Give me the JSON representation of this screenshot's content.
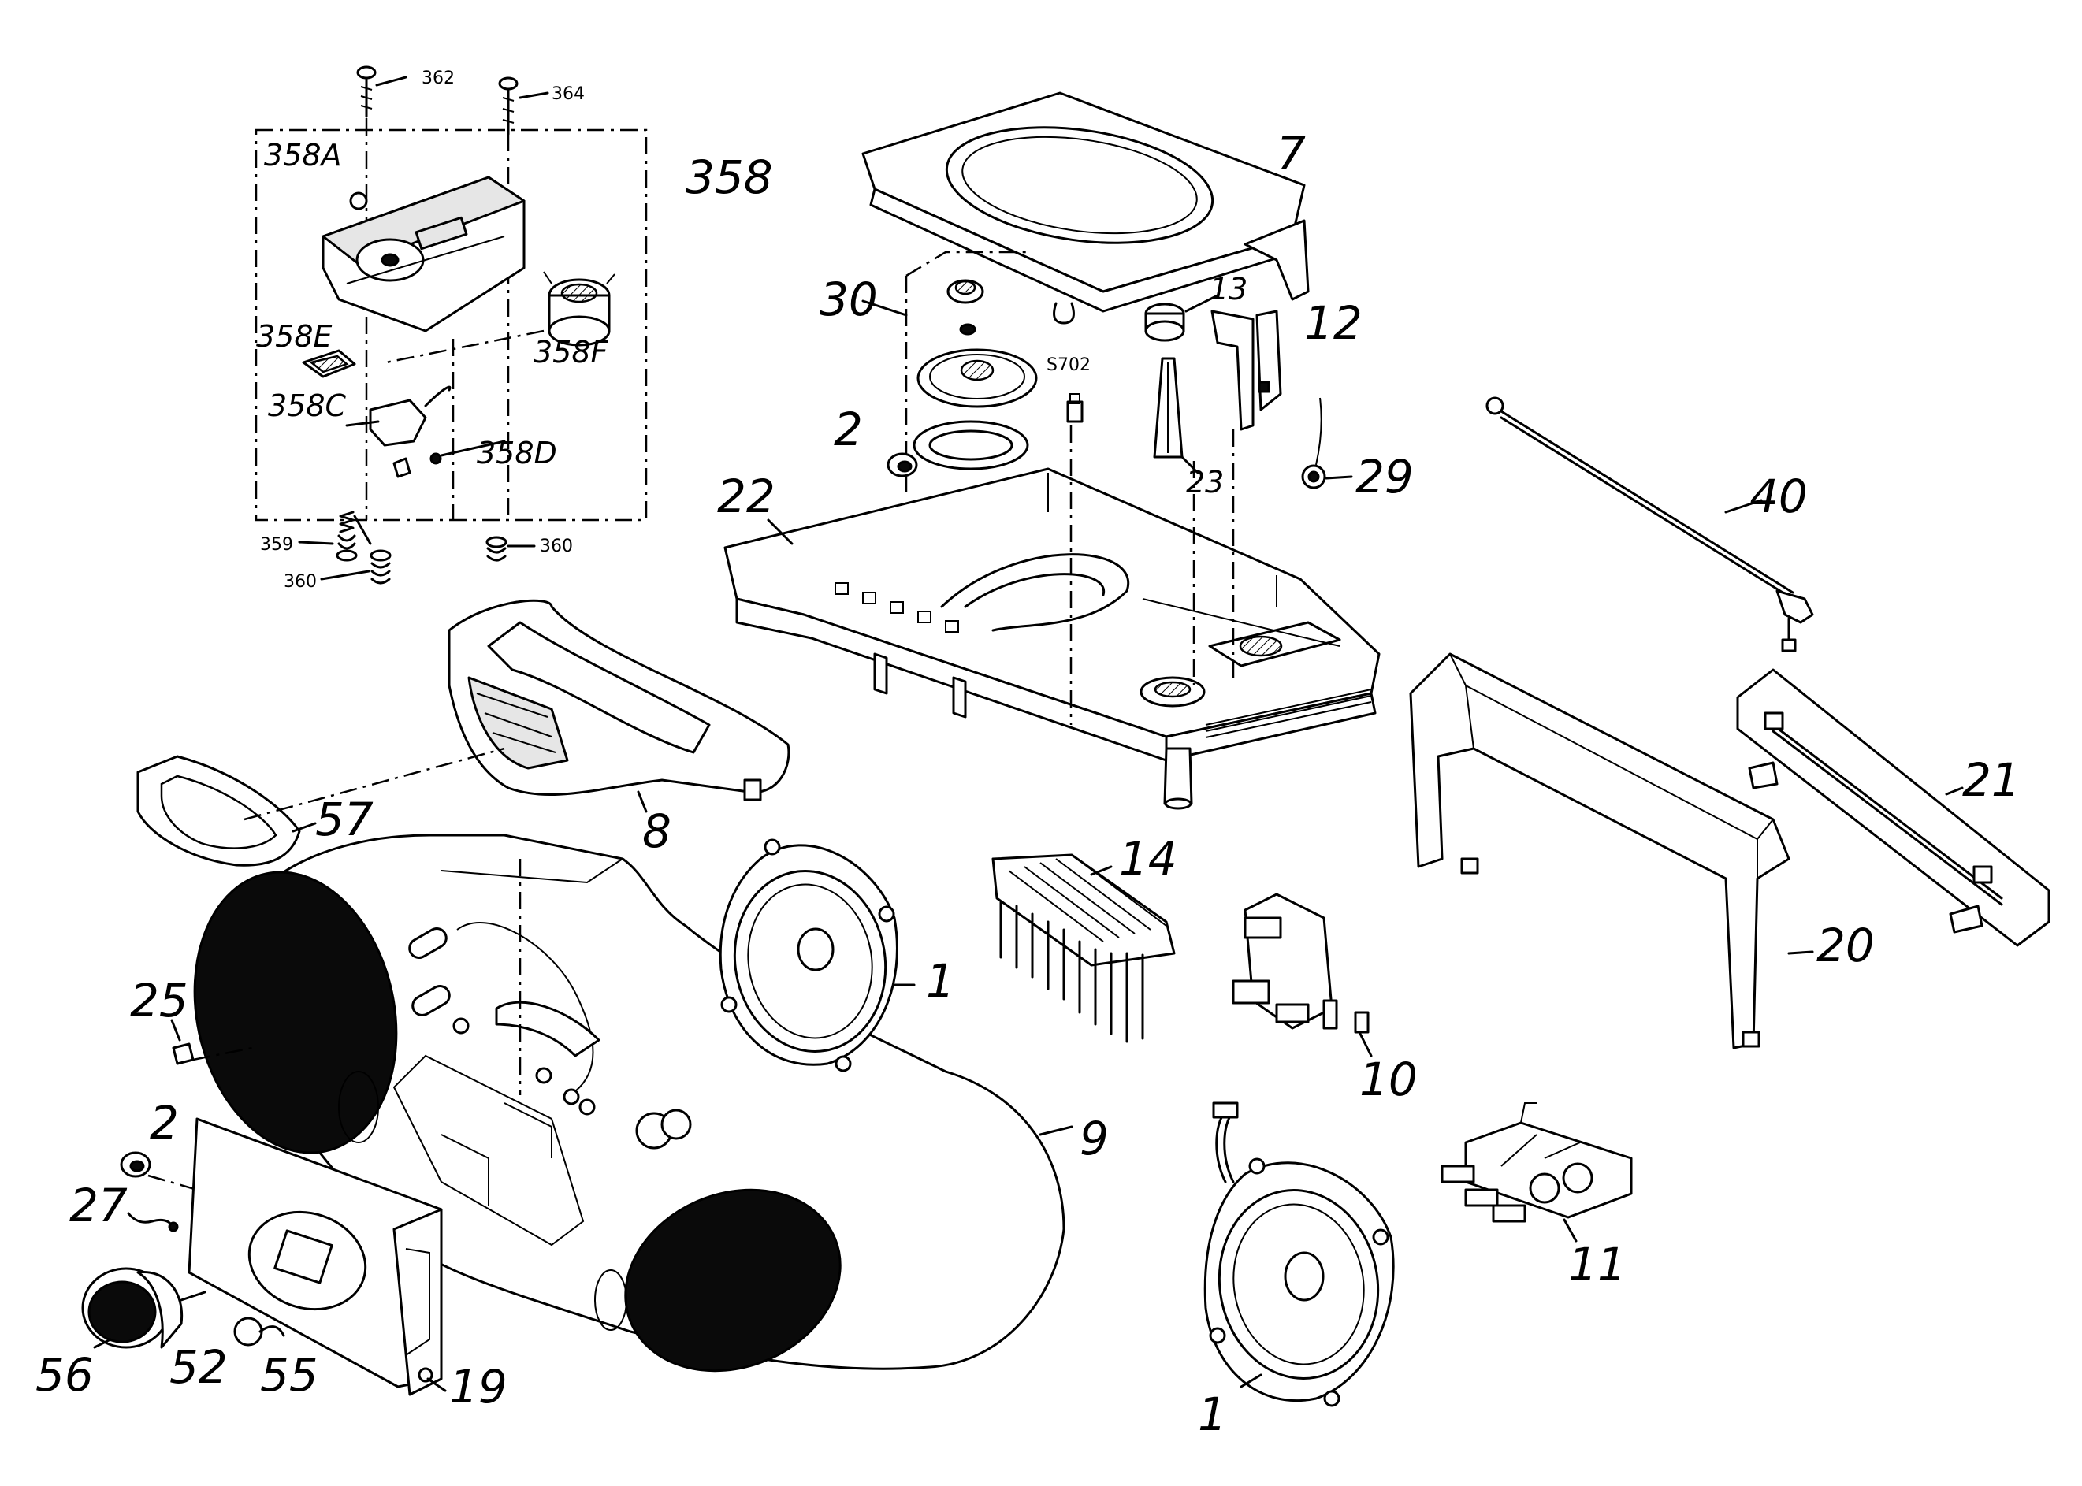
{
  "callouts": {
    "c362": "362",
    "c364": "364",
    "c358": "358",
    "c358A": "358A",
    "c358E": "358E",
    "c358F": "358F",
    "c358C": "358C",
    "c358D": "358D",
    "c359": "359",
    "c360a": "360",
    "c360b": "360",
    "c7": "7",
    "c30": "30",
    "c13": "13",
    "c12": "12",
    "cS702": "S702",
    "c2a": "2",
    "c22": "22",
    "c23": "23",
    "c29": "29",
    "c40": "40",
    "c57": "57",
    "c8": "8",
    "c14": "14",
    "c1a": "1",
    "c1b": "1",
    "c10": "10",
    "c20": "20",
    "c21": "21",
    "c25": "25",
    "c2b": "2",
    "c27": "27",
    "c9": "9",
    "c11": "11",
    "c56": "56",
    "c52": "52",
    "c55": "55",
    "c19": "19"
  }
}
